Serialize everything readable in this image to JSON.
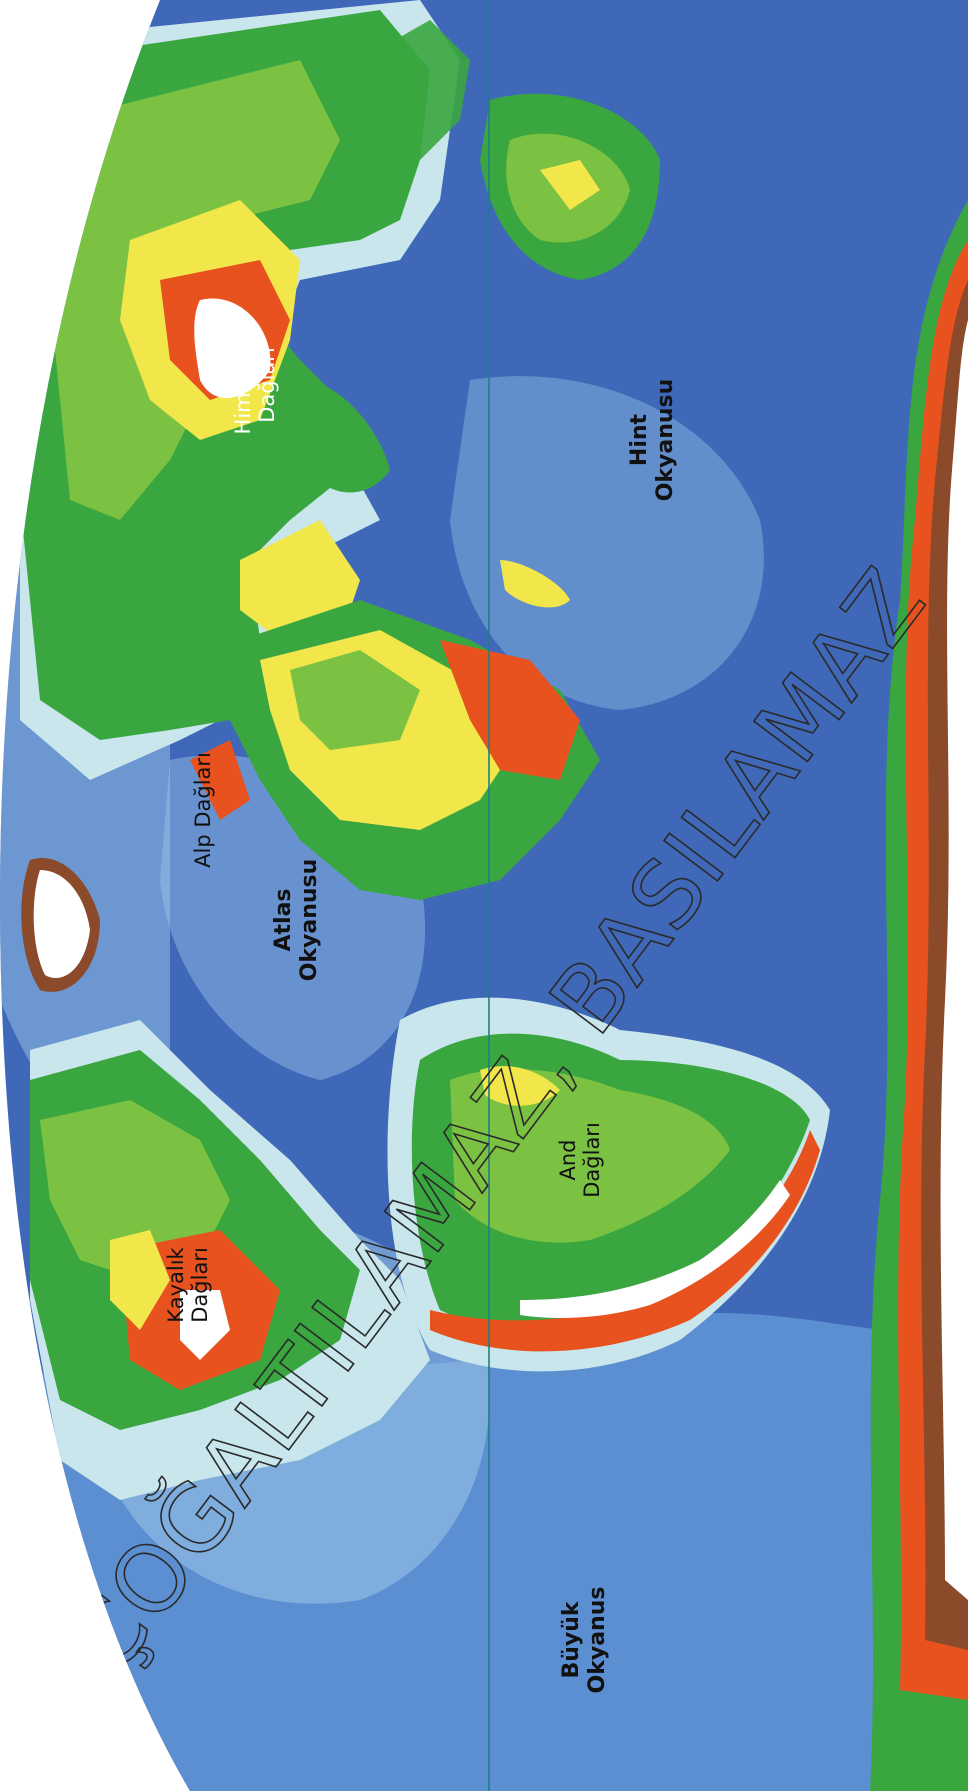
{
  "colors": {
    "deep_ocean": "#3f69b8",
    "mid_ocean": "#5c8fd1",
    "shallow_ocean": "#9bc6ea",
    "shelf": "#c8e6ec",
    "lowland": "#3aa640",
    "plain": "#7cc242",
    "plateau": "#f1e64a",
    "highland": "#e8521e",
    "mountain": "#8b4a2a",
    "ice": "#ffffff",
    "equator_line": "#1e7f86"
  },
  "oceans": {
    "pacific": {
      "line1": "Büyük",
      "line2": "Okyanus"
    },
    "atlantic": {
      "line1": "Atlas",
      "line2": "Okyanusu"
    },
    "indian": {
      "line1": "Hint",
      "line2": "Okyanusu"
    }
  },
  "mountains": {
    "rockies": {
      "line1": "Kayalık",
      "line2": "Dağları"
    },
    "andes": {
      "line1": "And",
      "line2": "Dağları"
    },
    "alps": {
      "line1": "Alp Dağları"
    },
    "himalaya": {
      "line1": "Himalaya",
      "line2": "Dağları"
    }
  },
  "watermark": "İZ ÇOĞALTILAMAZ, BASILAMAZ"
}
